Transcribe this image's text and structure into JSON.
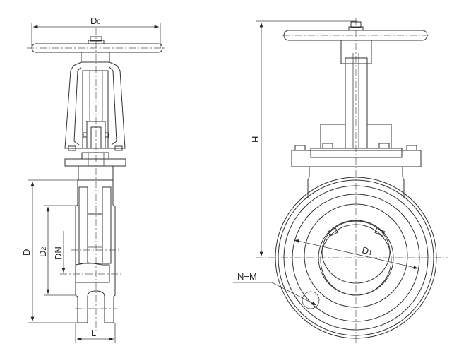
{
  "title": "Knife gate valve dimension drawing",
  "labels": {
    "D0": "D",
    "D0_sub": "0",
    "D": "D",
    "D2": "D",
    "D2_sub": "2",
    "DN": "DN",
    "L": "L",
    "H": "H",
    "D1": "D",
    "D1_sub": "1",
    "NM": "N−M"
  }
}
